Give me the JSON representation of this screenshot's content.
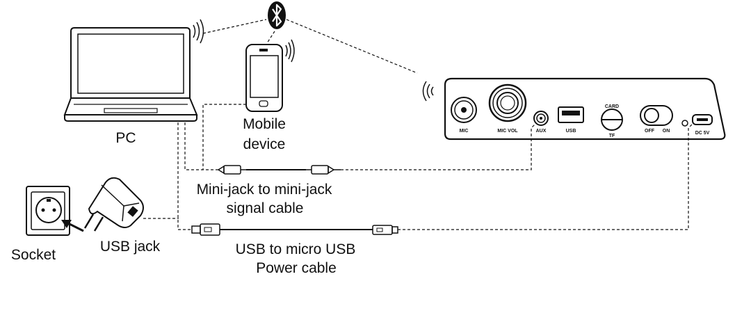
{
  "labels": {
    "pc": "PC",
    "mobile_line1": "Mobile",
    "mobile_line2": "device",
    "mini_cable_line1": "Mini-jack to mini-jack",
    "mini_cable_line2": "signal cable",
    "socket": "Socket",
    "usb_jack": "USB jack",
    "usb_cable_line1": "USB to micro USB",
    "usb_cable_line2": "Power cable"
  },
  "panel": {
    "mic": "MIC",
    "mic_vol": "MIC VOL",
    "aux": "AUX",
    "usb": "USB",
    "card": "CARD",
    "tf": "TF",
    "off": "OFF",
    "on": "ON",
    "dc": "DC 5V"
  },
  "icons": {
    "bluetooth": "bluetooth-icon"
  }
}
